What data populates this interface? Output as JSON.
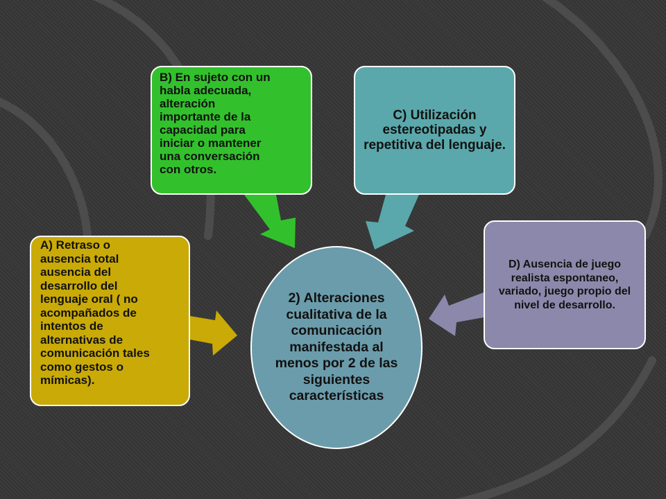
{
  "diagram": {
    "center": "2) Alteraciones cualitativa de la comunicación manifestada al menos por 2 de las siguientes características",
    "box_a": "A) Retraso o\nausencia total\nausencia  del\ndesarrollo del\nlenguaje oral ( no\nacompañados de\nintentos de\nalternativas de\ncomunicación tales\ncomo  gestos o\nmímicas).",
    "box_b": "B) En sujeto con un\nhabla adecuada,\nalteración\nimportante de la\ncapacidad para\niniciar o mantener\nuna conversación\ncon otros.",
    "box_c": "C) Utilización estereotipadas y repetitiva del lenguaje.",
    "box_d": "D) Ausencia de juego realista espontaneo, variado, juego propio del nivel de  desarrollo."
  },
  "colors": {
    "background": "#3b3b3b",
    "box_a": "#c9aa07",
    "box_b": "#32c12c",
    "box_c": "#5aa8ab",
    "box_d": "#8c88ab",
    "center": "#6b9cab"
  }
}
